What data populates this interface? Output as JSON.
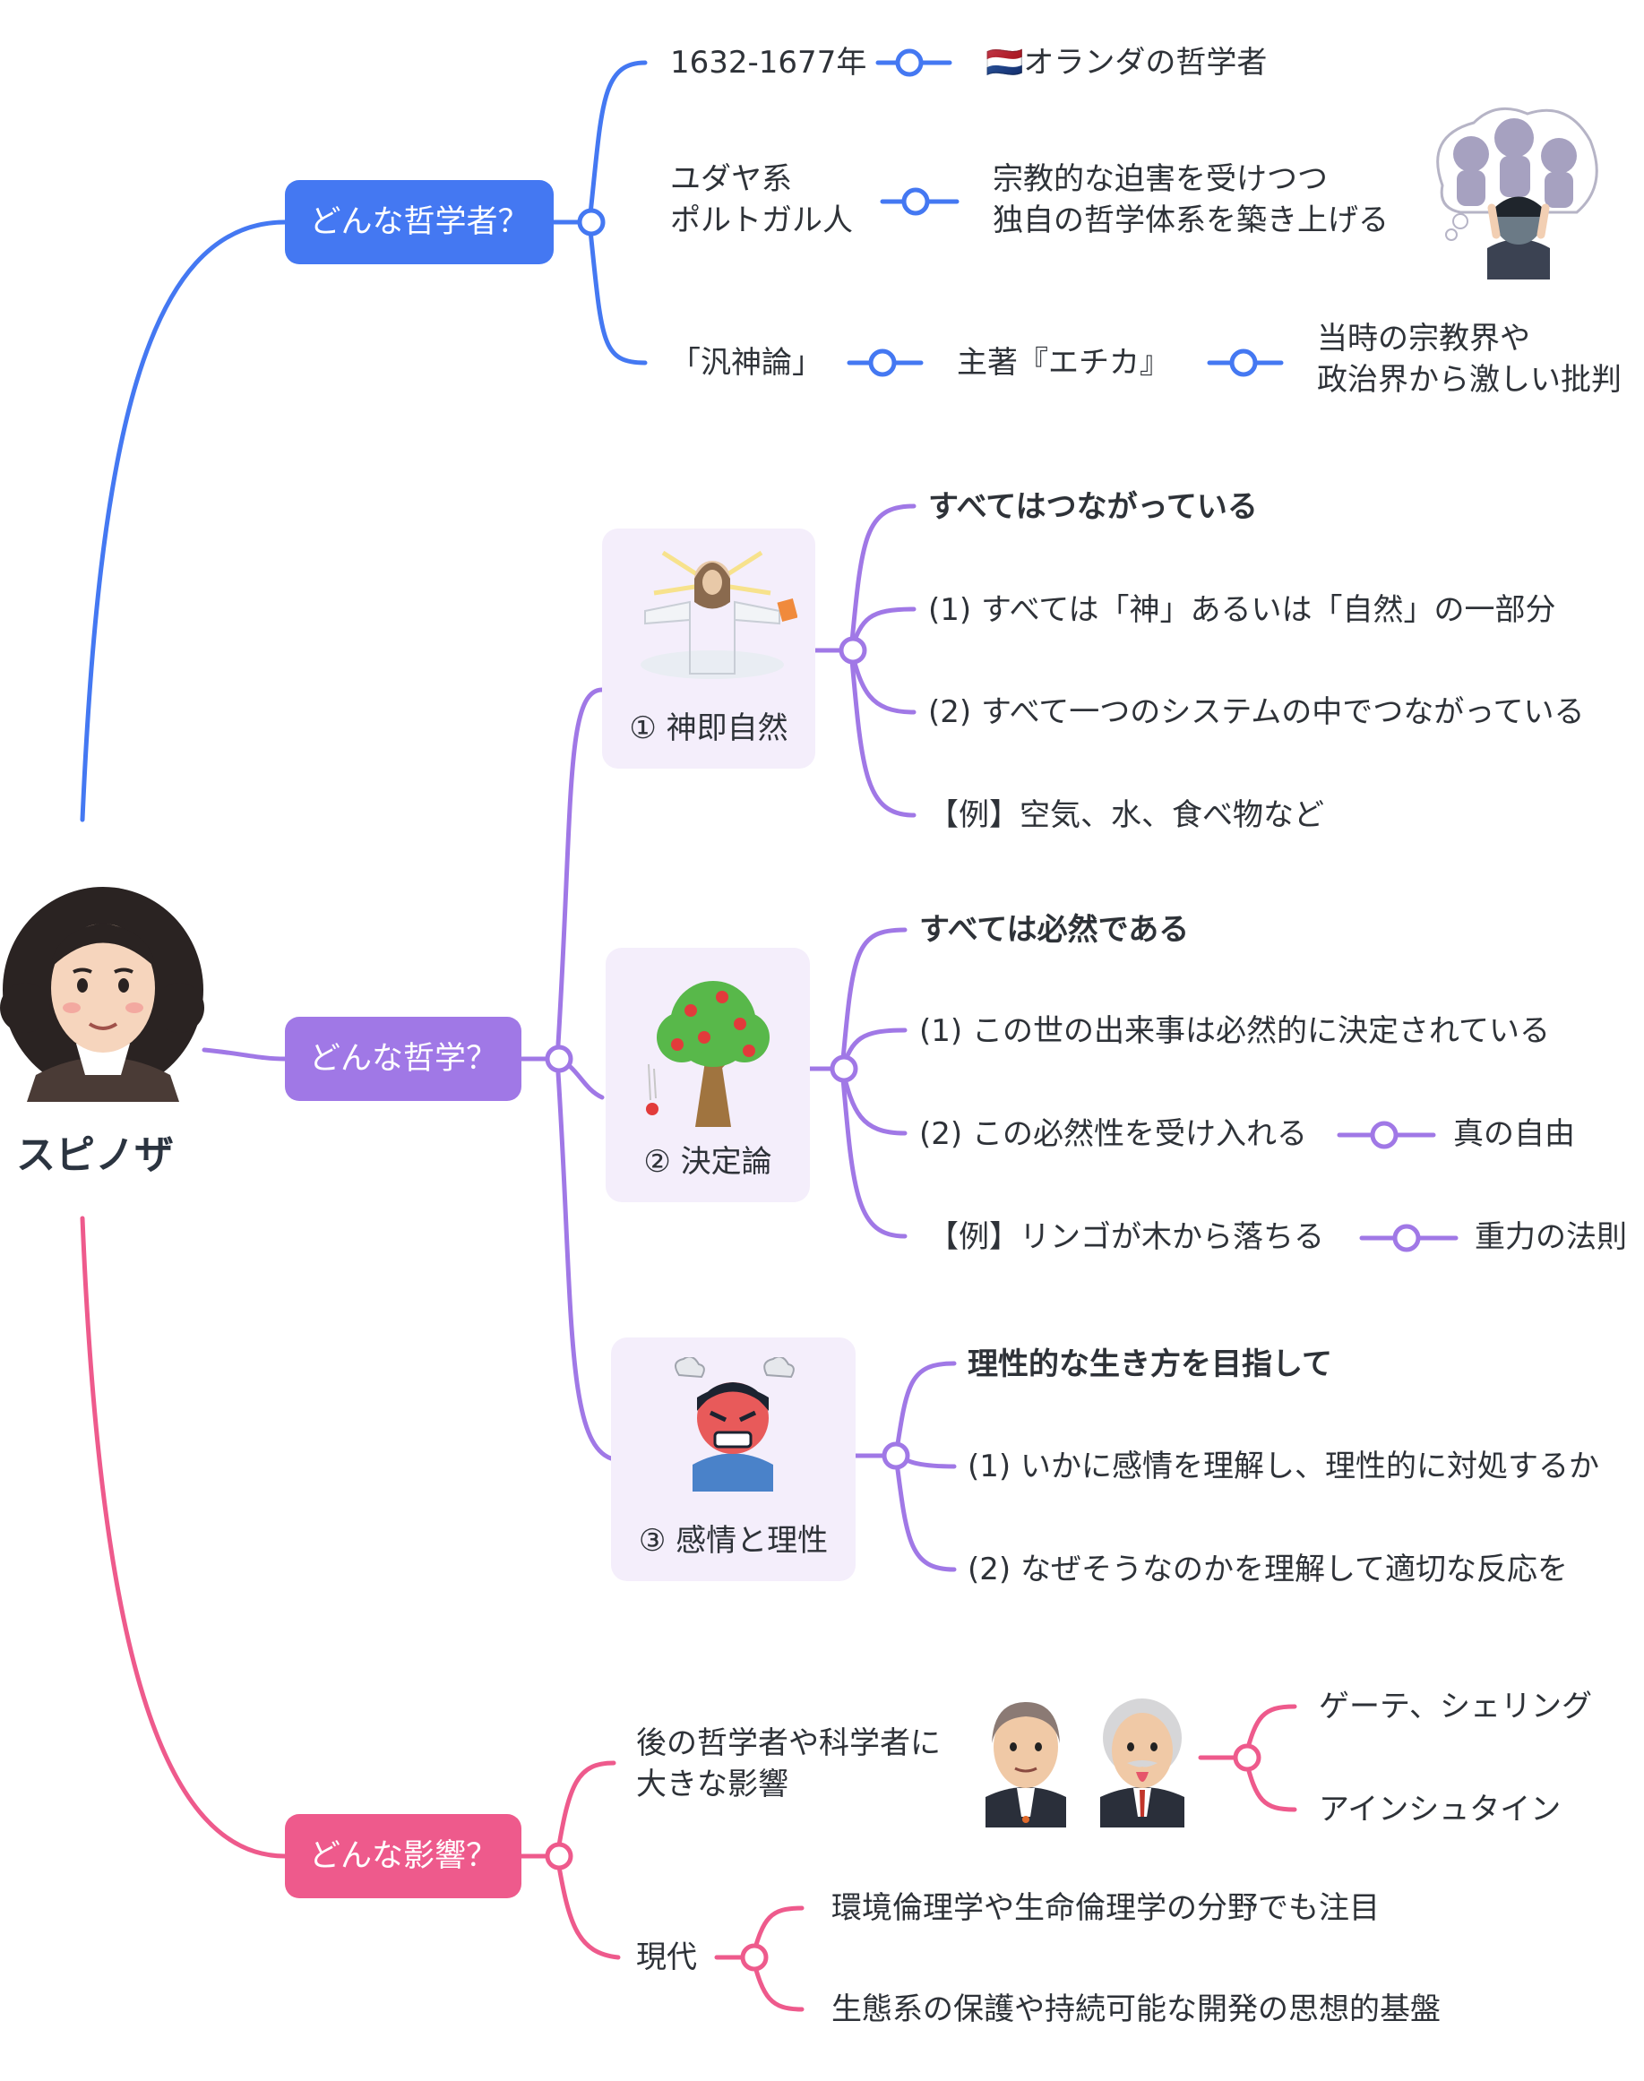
{
  "root": {
    "label": "スピノザ"
  },
  "branches": {
    "who": {
      "label": "どんな哲学者？",
      "color": "#4478f2",
      "items": {
        "life": "1632-1677年",
        "life_note": "🇳🇱オランダの哲学者",
        "origin": [
          "ユダヤ系",
          "ポルトガル人"
        ],
        "origin_note": [
          "宗教的な迫害を受けつつ",
          "独自の哲学体系を築き上げる"
        ],
        "pantheism": "「汎神論」",
        "ethics": "主著『エチカ』",
        "criticism": [
          "当時の宗教界や",
          "政治界から激しい批判"
        ]
      }
    },
    "philosophy": {
      "label": "どんな哲学？",
      "color": "#a078e6",
      "card_bg": "#f4eefb",
      "god_nature": {
        "label": "① 神即自然",
        "points": [
          "すべてはつながっている",
          "(1) すべては「神」あるいは「自然」の一部分",
          "(2) すべて一つのシステムの中でつながっている",
          "【例】空気、水、食べ物など"
        ]
      },
      "determinism": {
        "label": "② 決定論",
        "points": [
          "すべては必然である",
          "(1) この世の出来事は必然的に決定されている",
          "(2) この必然性を受け入れる",
          "【例】リンゴが木から落ちる"
        ],
        "freedom": "真の自由",
        "gravity": "重力の法則"
      },
      "emotion": {
        "label": "③ 感情と理性",
        "points": [
          "理性的な生き方を目指して",
          "(1) いかに感情を理解し、理性的に対処するか",
          "(2) なぜそうなのかを理解して適切な反応を"
        ]
      }
    },
    "influence": {
      "label": "どんな影響？",
      "color": "#ee5a8c",
      "later": [
        "後の哲学者や科学者に",
        "大きな影響"
      ],
      "people": [
        "ゲーテ、シェリング",
        "アインシュタイン"
      ],
      "modern": "現代",
      "modern_items": [
        "環境倫理学や生命倫理学の分野でも注目",
        "生態系の保護や持続可能な開発の思想的基盤"
      ]
    }
  }
}
